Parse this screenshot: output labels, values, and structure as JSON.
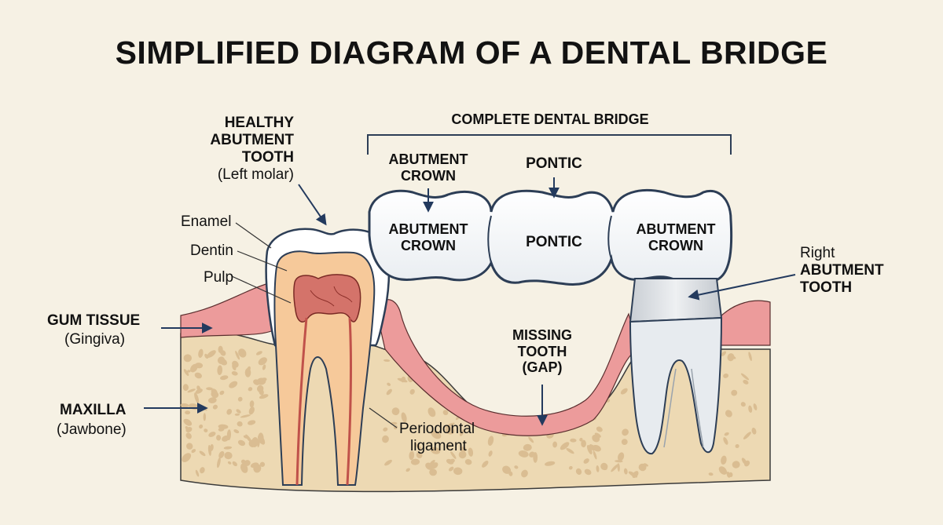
{
  "title": "SIMPLIFIED DIAGRAM OF A DENTAL BRIDGE",
  "labels": {
    "healthy_abutment": [
      "HEALTHY",
      "ABUTMENT",
      "TOOTH"
    ],
    "left_molar": "(Left molar)",
    "enamel": "Enamel",
    "dentin": "Dentin",
    "pulp": "Pulp",
    "gum_tissue": "GUM TISSUE",
    "gingiva": "(Gingiva)",
    "maxilla": "MAXILLA",
    "jawbone": "(Jawbone)",
    "complete_bridge": "COMPLETE DENTAL BRIDGE",
    "abutment_crown_top": [
      "ABUTMENT",
      "CROWN"
    ],
    "pontic_top": "PONTIC",
    "crown_left": [
      "ABUTMENT",
      "CROWN"
    ],
    "crown_middle": "PONTIC",
    "crown_right": [
      "ABUTMENT",
      "CROWN"
    ],
    "missing_tooth": [
      "MISSING",
      "TOOTH",
      "(GAP)"
    ],
    "periodontal": [
      "Periodontal",
      "ligament"
    ],
    "right_prefix": "Right",
    "right_abutment": [
      "ABUTMENT",
      "TOOTH"
    ]
  },
  "colors": {
    "background": "#f6f1e4",
    "gum": "#ec9b9b",
    "bone": "#edd9b3",
    "bone_pore": "#d6b98d",
    "enamel": "#ffffff",
    "dentin": "#f6c99a",
    "pulp": "#d4736a",
    "outline": "#2d3e56",
    "arrow": "#233a5e"
  }
}
